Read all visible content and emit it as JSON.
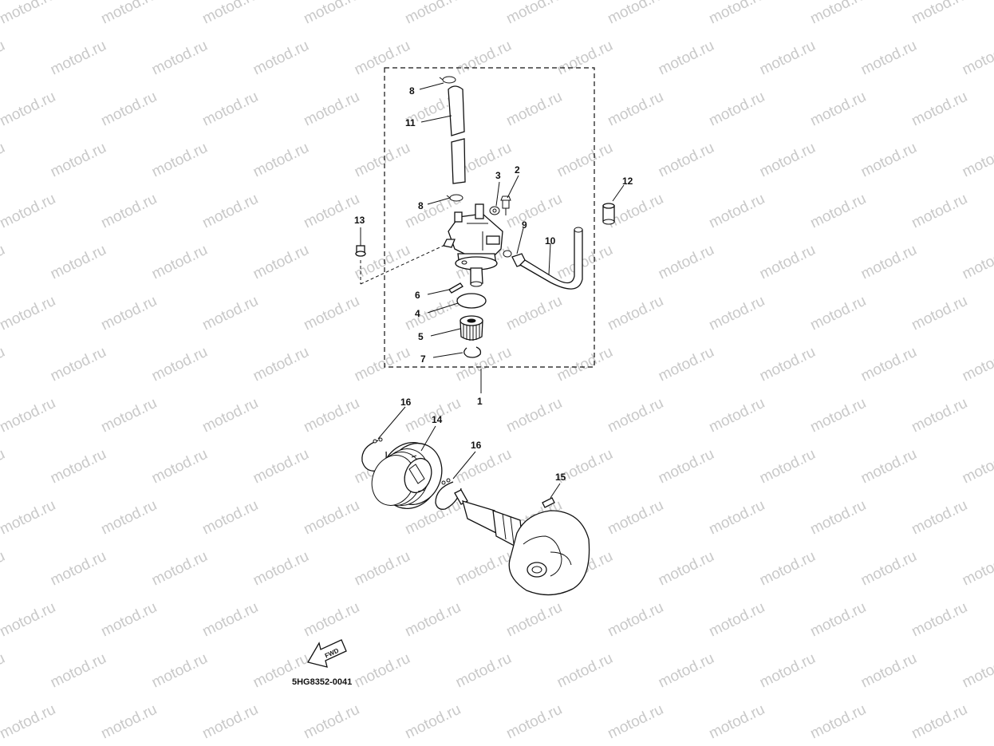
{
  "watermark": {
    "text": "motod.ru"
  },
  "callouts": [
    {
      "id": "1",
      "label": "1"
    },
    {
      "id": "2",
      "label": "2"
    },
    {
      "id": "3",
      "label": "3"
    },
    {
      "id": "4",
      "label": "4"
    },
    {
      "id": "5",
      "label": "5"
    },
    {
      "id": "6",
      "label": "6"
    },
    {
      "id": "7",
      "label": "7"
    },
    {
      "id": "8a",
      "label": "8"
    },
    {
      "id": "8b",
      "label": "8"
    },
    {
      "id": "9",
      "label": "9"
    },
    {
      "id": "10",
      "label": "10"
    },
    {
      "id": "11",
      "label": "11"
    },
    {
      "id": "12",
      "label": "12"
    },
    {
      "id": "13",
      "label": "13"
    },
    {
      "id": "14",
      "label": "14"
    },
    {
      "id": "15",
      "label": "15"
    },
    {
      "id": "16a",
      "label": "16"
    },
    {
      "id": "16b",
      "label": "16"
    }
  ],
  "fwd_arrow": {
    "text": "FWD"
  },
  "diagram_code": "5HG8352-0041",
  "colors": {
    "line": "#111111",
    "watermark": "#c9c9c9",
    "background": "#ffffff"
  }
}
